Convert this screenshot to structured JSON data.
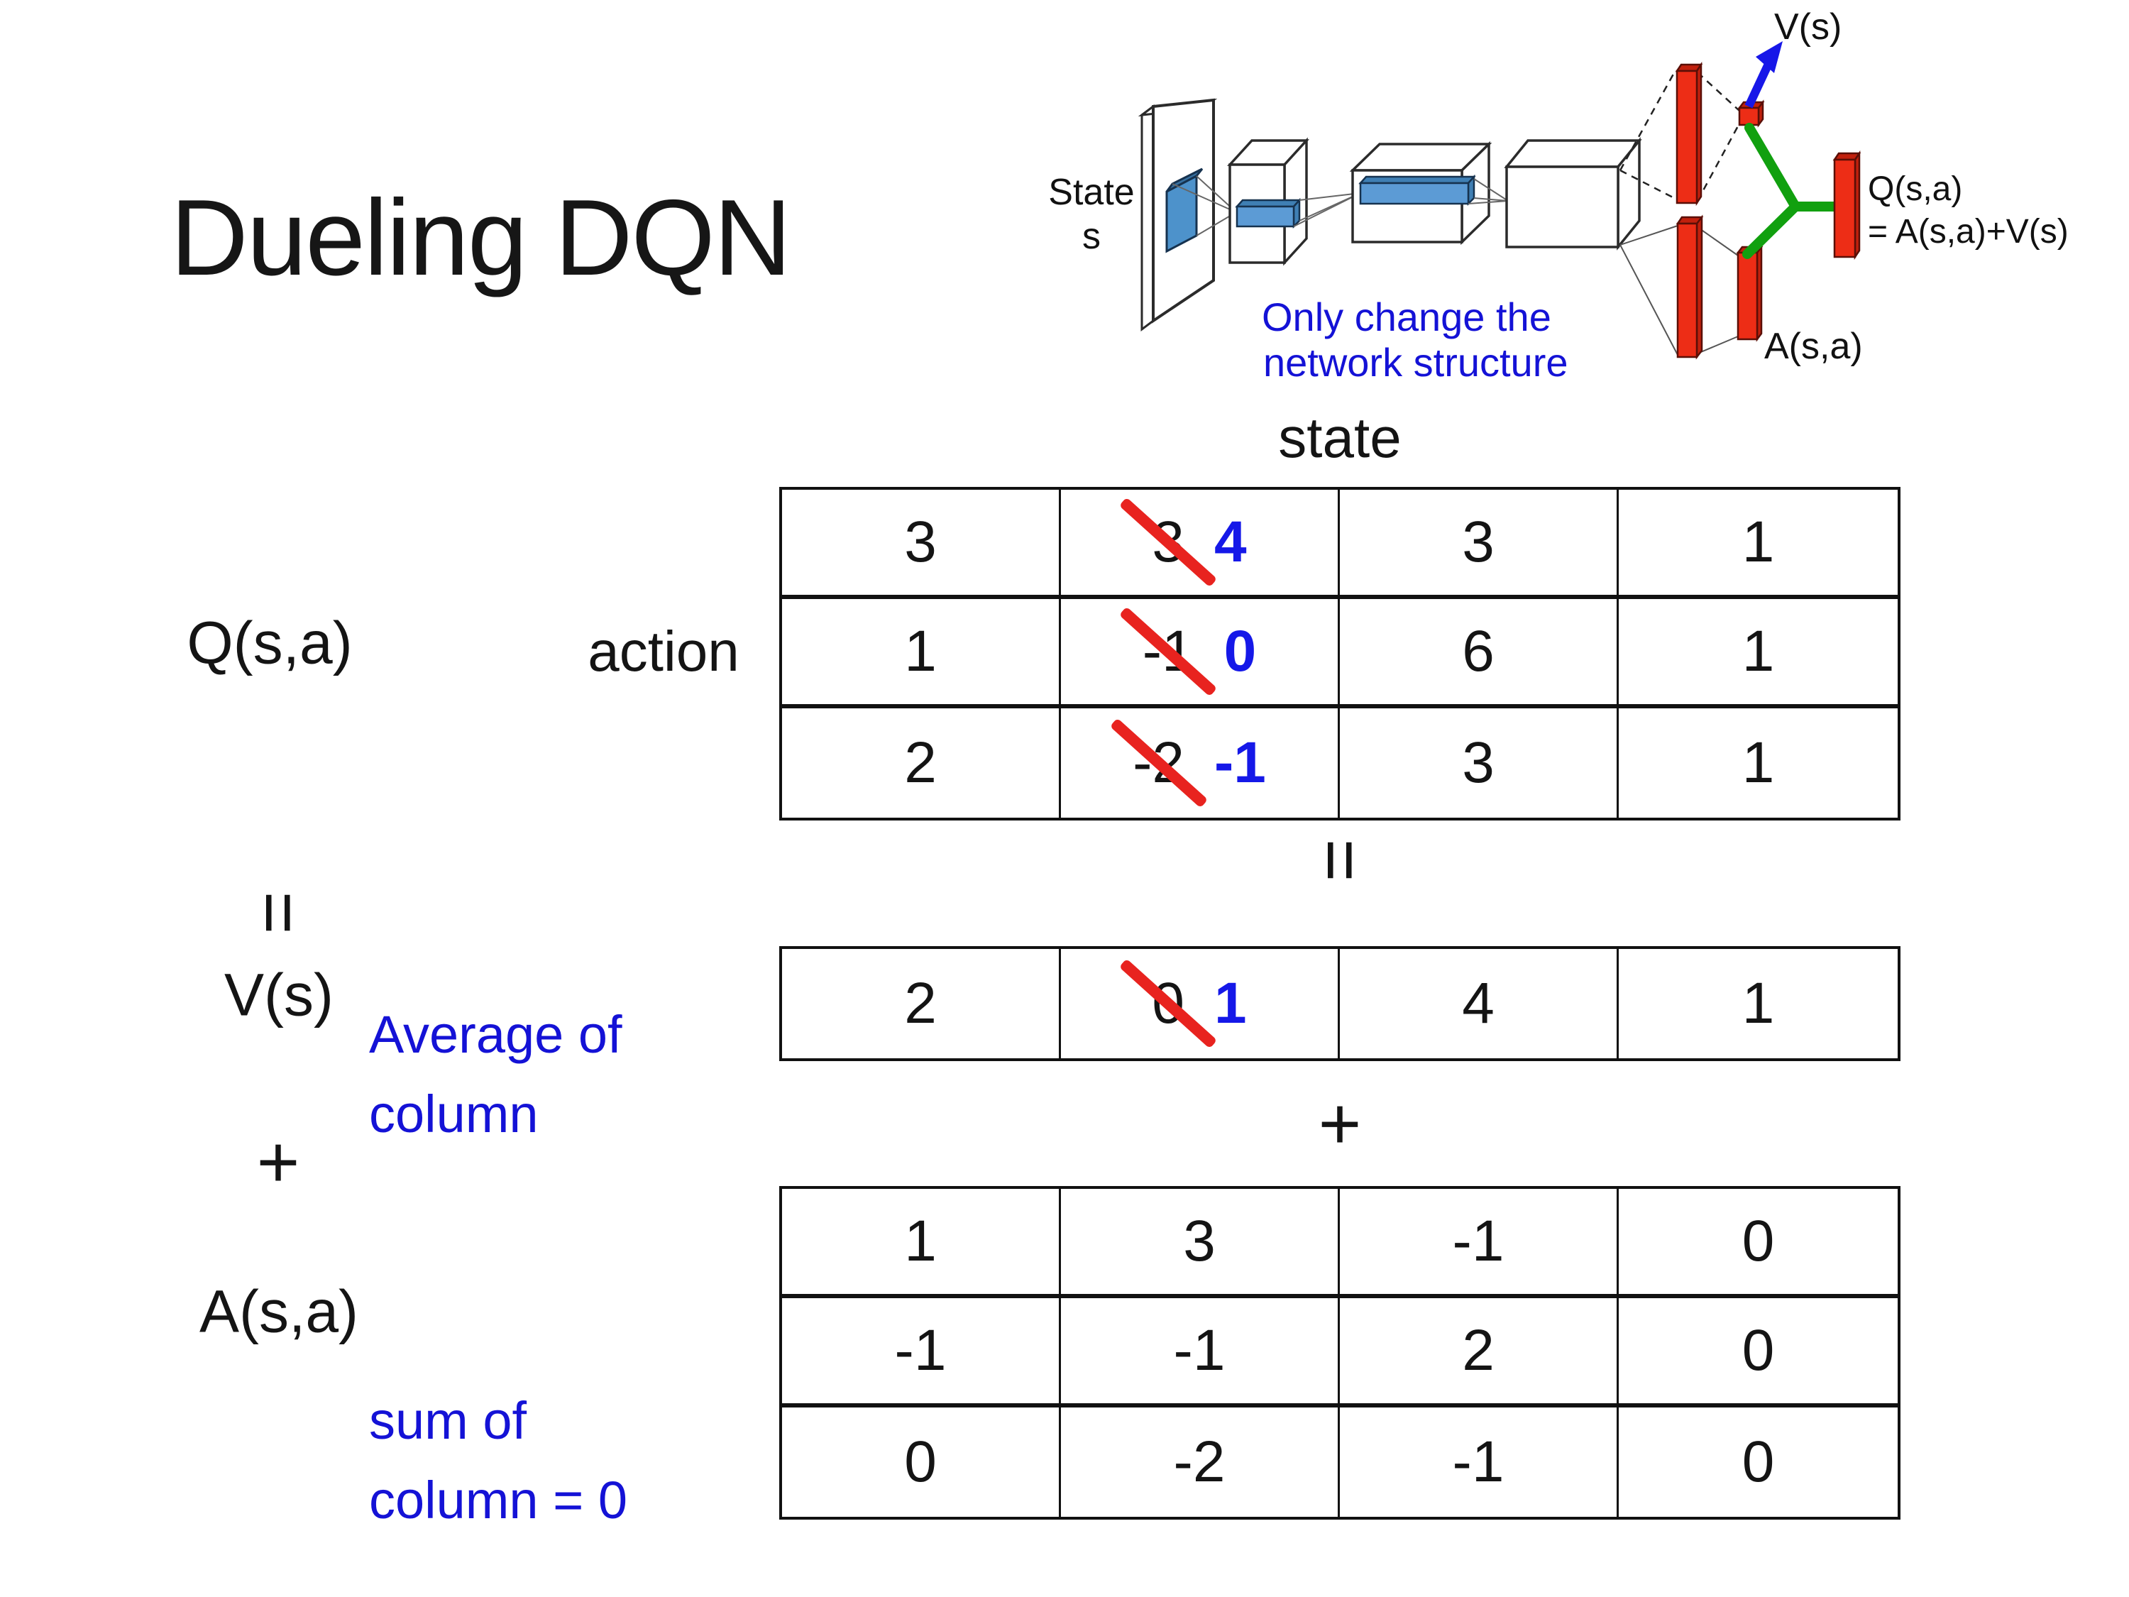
{
  "slide": {
    "title": "Dueling DQN"
  },
  "diagram": {
    "state_line1": "State",
    "state_line2": "s",
    "note_line1": "Only change the",
    "note_line2": "network structure",
    "v_out_label": "V(s)",
    "q_out_line1": "Q(s,a)",
    "q_out_line2": "= A(s,a)+V(s)",
    "a_out_label": "A(s,a)"
  },
  "axes": {
    "state": "state",
    "action": "action"
  },
  "labels": {
    "q": "Q(s,a)",
    "v": "V(s)",
    "a": "A(s,a)",
    "avg_line1": "Average of",
    "avg_line2": "column",
    "sum_line1": "sum of",
    "sum_line2": "column = 0"
  },
  "operators": {
    "equals_left": "=",
    "equals_mid": "=",
    "plus_left": "+",
    "plus_mid": "+"
  },
  "tables": {
    "q": {
      "rows": [
        [
          "3",
          {
            "old": "3",
            "new": "4"
          },
          "3",
          "1"
        ],
        [
          "1",
          {
            "old": "-1",
            "new": "0"
          },
          "6",
          "1"
        ],
        [
          "2",
          {
            "old": "-2",
            "new": "-1"
          },
          "3",
          "1"
        ]
      ]
    },
    "v": {
      "rows": [
        [
          "2",
          {
            "old": "0",
            "new": "1"
          },
          "4",
          "1"
        ]
      ]
    },
    "a": {
      "rows": [
        [
          "1",
          "3",
          "-1",
          "0"
        ],
        [
          "-1",
          "-1",
          "2",
          "0"
        ],
        [
          "0",
          "-2",
          "-1",
          "0"
        ]
      ]
    }
  },
  "colors": {
    "blue_text": "#1412D6",
    "blue_digit": "#1518E8",
    "red_strike": "#E8231F",
    "green_link": "#11A00F",
    "red_bar": "#ED2D16",
    "conv_blue": "#5C9BD5"
  }
}
